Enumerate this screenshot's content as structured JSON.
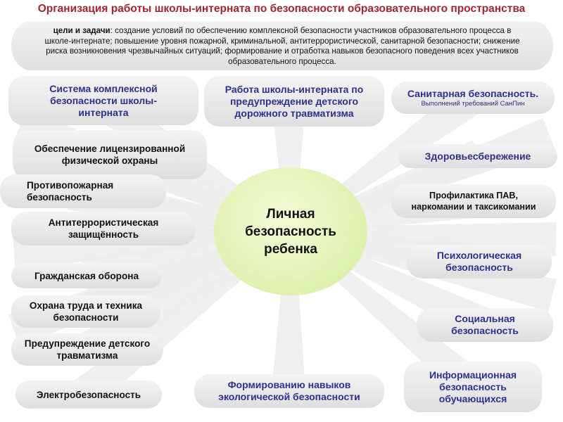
{
  "title": "Организация работы школы-интерната по безопасности образовательного пространства",
  "goals": {
    "label": "цели и задачи",
    "text": ": создание условий по обеспечению комплексной безопасности участников образовательного процесса в школе-интернате; повышение уровня пожарной, криминальной, антитеррористической, санитарной безопасности; снижение риска возникновения чрезвычайных ситуаций; формирование и отработка навыков безопасного поведения всех участников образовательного процесса."
  },
  "center": "Личная безопасность ребенка",
  "left_nodes": [
    "Система комплексной безопасности школы-интерната",
    "Обеспечение лицензированной физической охраны",
    "Противопожарная безопасность",
    "Антитеррористическая защищённость",
    "Гражданская оборона",
    "Охрана труда и техника безопасности",
    "Предупреждение детского травматизма",
    "Электробезопасность"
  ],
  "middle_nodes": {
    "top": "Работа школы-интерната по предупреждение детского дорожного травматизма",
    "bottom": "Формированию навыков экологической безопасности"
  },
  "right_nodes": [
    {
      "title": "Санитарная безопасность.",
      "subtitle": "Выполнений требований СанПин"
    },
    {
      "title": "Здоровьесбережение"
    },
    {
      "title": "Профилактика ПАВ, наркомании и таксикомании"
    },
    {
      "title": "Психологическая безопасность"
    },
    {
      "title": "Социальная безопасность"
    },
    {
      "title": "Информационная безопасность обучающихся"
    }
  ],
  "colors": {
    "title": "#a52530",
    "blue_text": "#2e2f8e",
    "center_fill": "#e4f3b6",
    "box_fill": "#e8e8e8"
  }
}
